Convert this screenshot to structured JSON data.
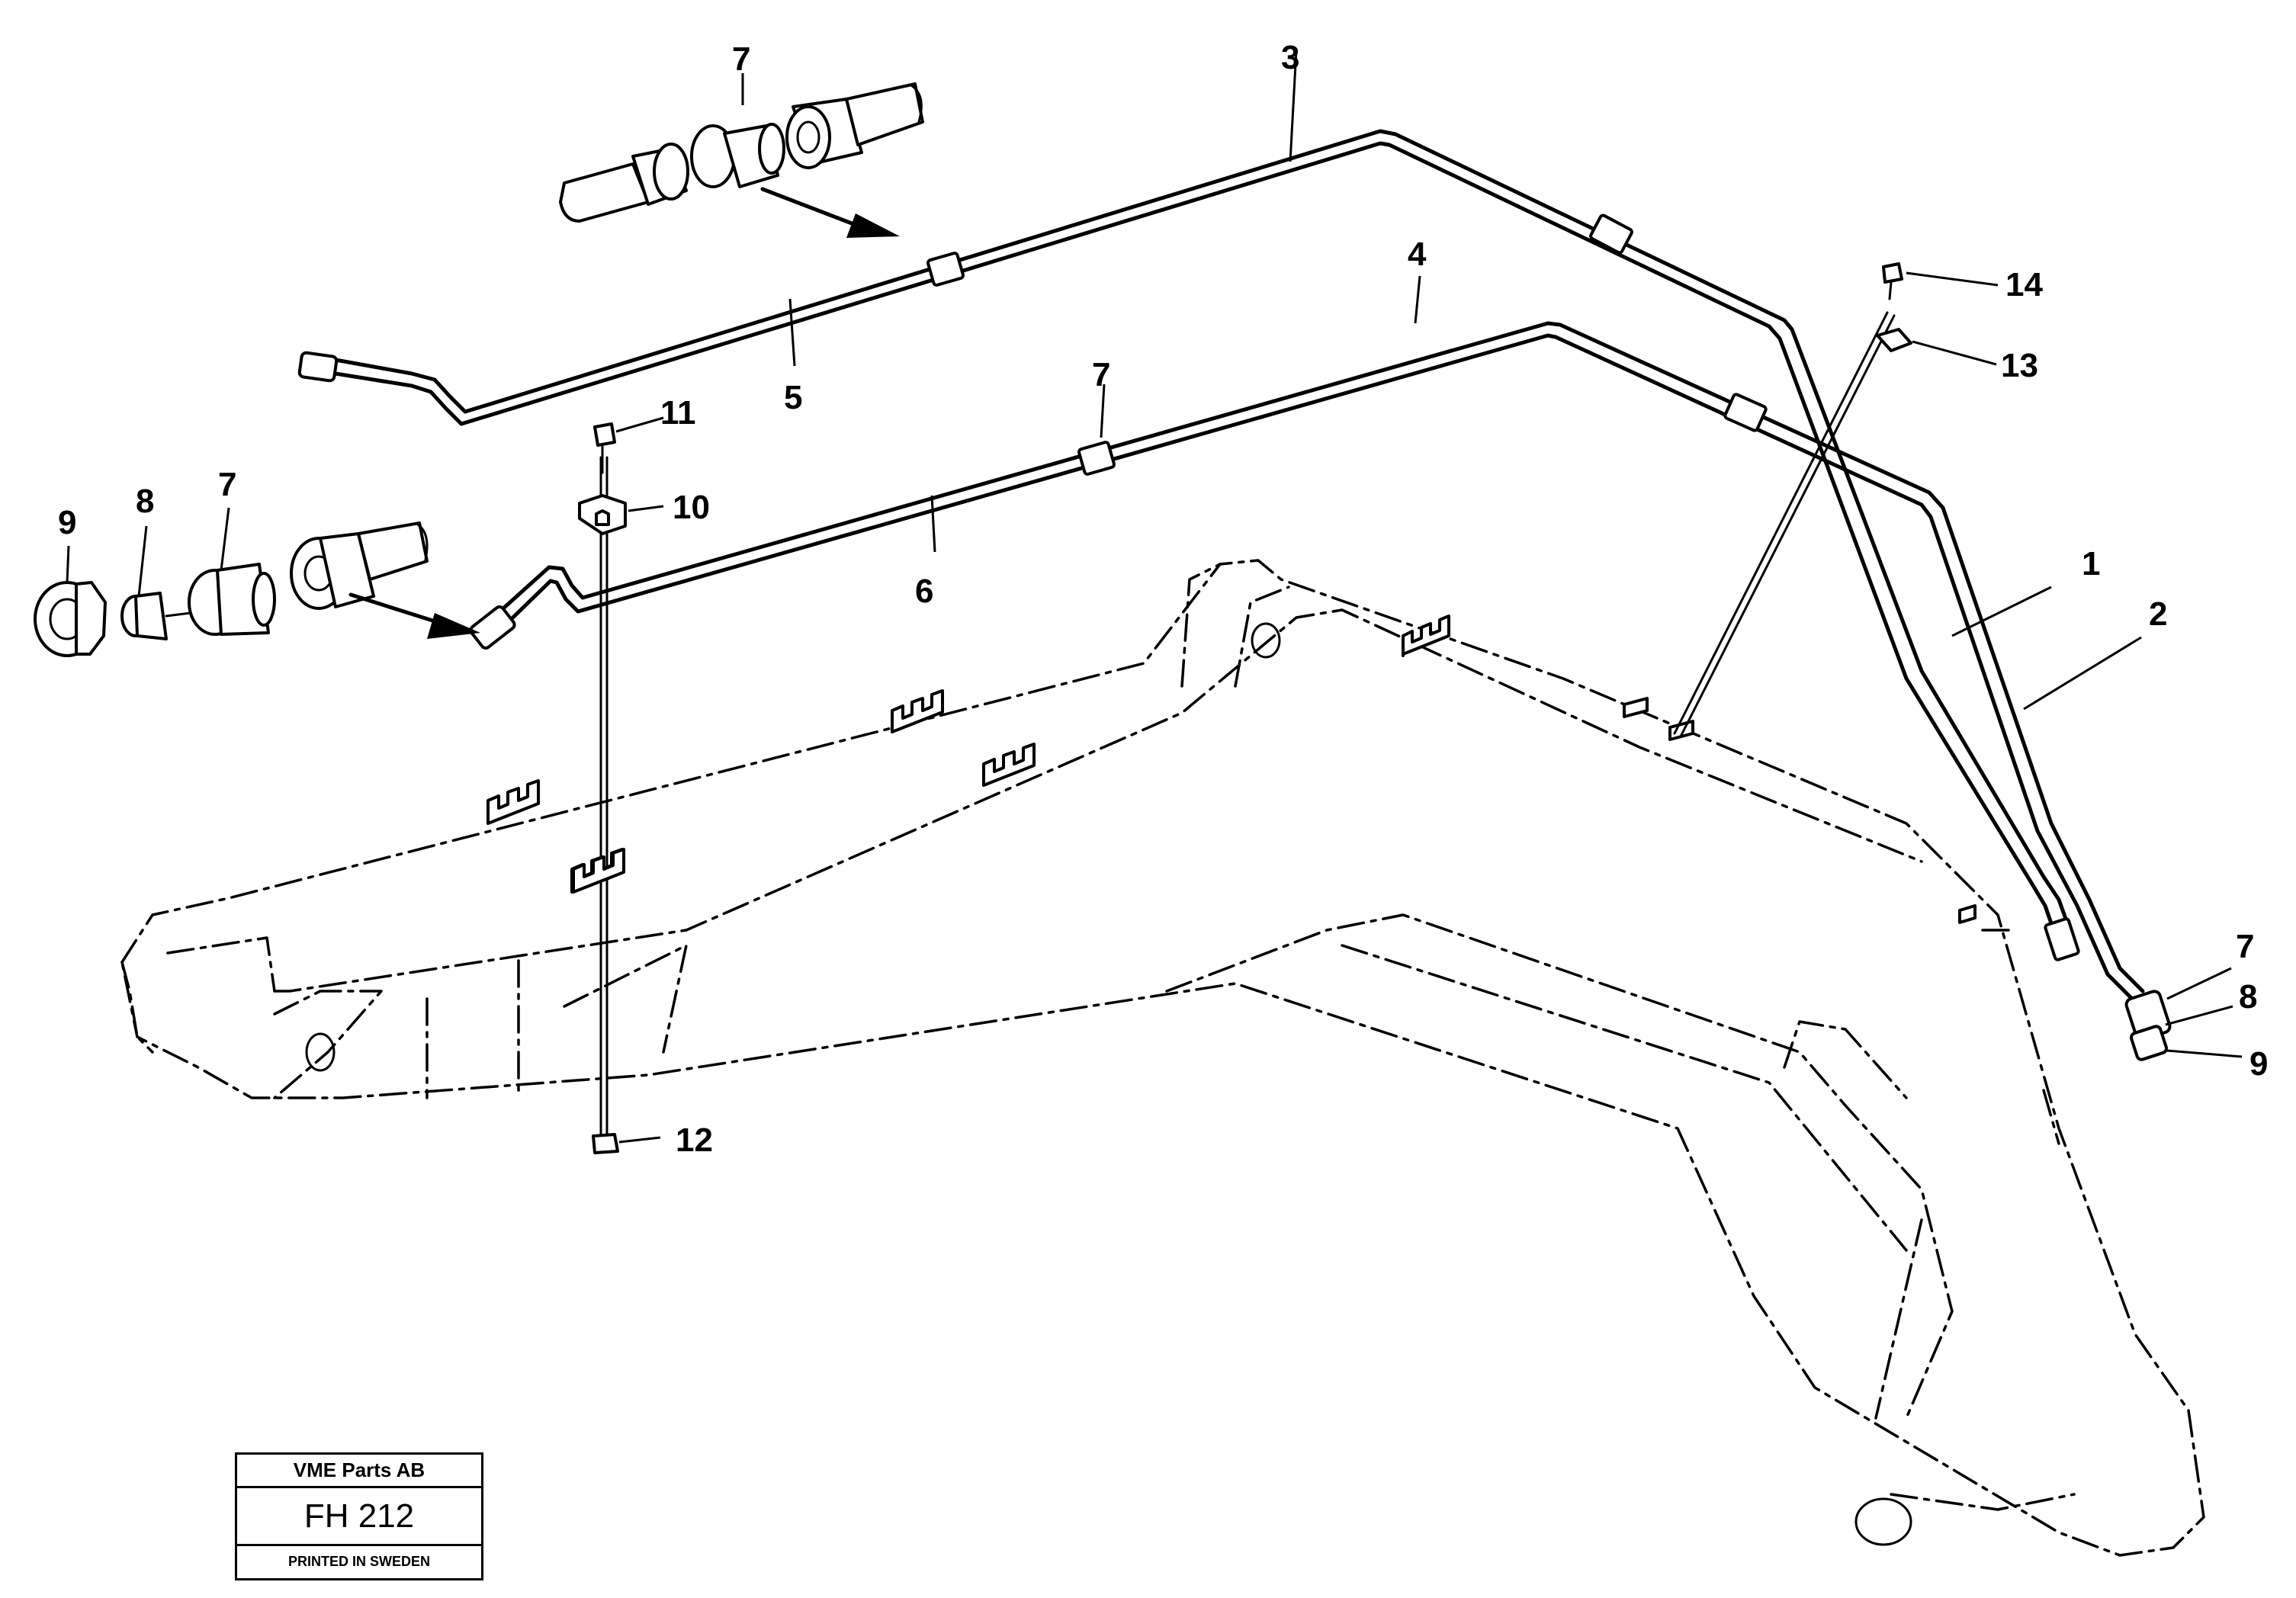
{
  "callouts": {
    "c1": "1",
    "c2": "2",
    "c3": "3",
    "c4": "4",
    "c5": "5",
    "c6": "6",
    "c7_top": "7",
    "c7_mid": "7",
    "c7_left": "7",
    "c7_right": "7",
    "c8_left": "8",
    "c8_right": "8",
    "c9_left": "9",
    "c9_right": "9",
    "c10": "10",
    "c11": "11",
    "c12": "12",
    "c13": "13",
    "c14": "14"
  },
  "stamp": {
    "company": "VME Parts AB",
    "code": "FH 212",
    "note": "PRINTED IN SWEDEN"
  }
}
